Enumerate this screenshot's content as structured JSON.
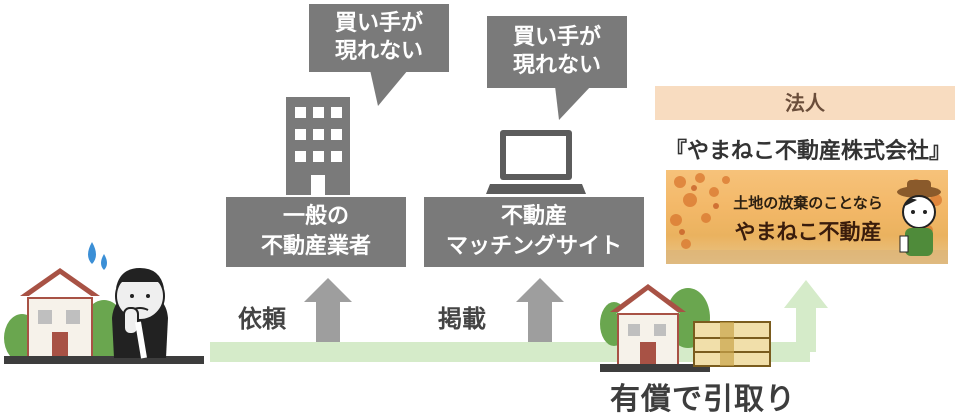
{
  "bubble1": {
    "line1": "買い手が",
    "line2": "現れない"
  },
  "bubble2": {
    "line1": "買い手が",
    "line2": "現れない"
  },
  "box1": {
    "line1": "一般の",
    "line2": "不動産業者"
  },
  "box2": {
    "line1": "不動産",
    "line2": "マッチングサイト"
  },
  "label_request": "依頼",
  "label_listing": "掲載",
  "corp": {
    "band": "法人",
    "name": "『やまねこ不動産株式会社』"
  },
  "banner": {
    "line1": "土地の放棄のことなら",
    "line2": "やまねこ不動産"
  },
  "result": "有償で引取り",
  "colors": {
    "gray": "#7a7a7a",
    "green": "#d5ebc9",
    "band": "#f8dcc0",
    "arrow_gray": "#9e9e9e"
  }
}
